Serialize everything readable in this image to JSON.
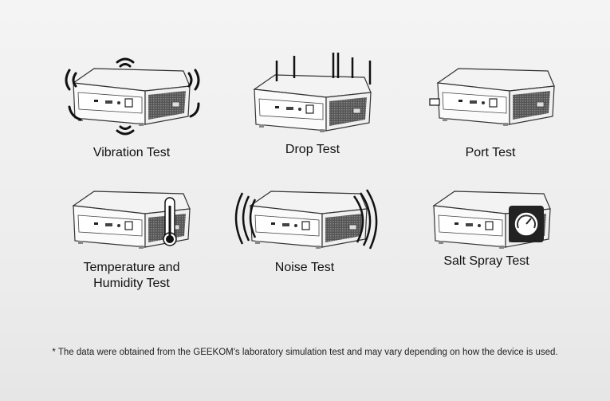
{
  "tests": [
    {
      "label": "Vibration Test",
      "icon": "vibration-icon"
    },
    {
      "label": "Drop Test",
      "icon": "drop-arrows-icon"
    },
    {
      "label": "Port Test",
      "icon": "usb-plug-icon"
    },
    {
      "label": "Temperature and Humidity Test",
      "icon": "thermometer-icon"
    },
    {
      "label": "Noise Test",
      "icon": "sound-wave-icon"
    },
    {
      "label": "Salt Spray Test",
      "icon": "gauge-icon"
    }
  ],
  "footnote": "* The data were obtained from the GEEKOM's laboratory simulation test and may vary depending on how the device is used."
}
